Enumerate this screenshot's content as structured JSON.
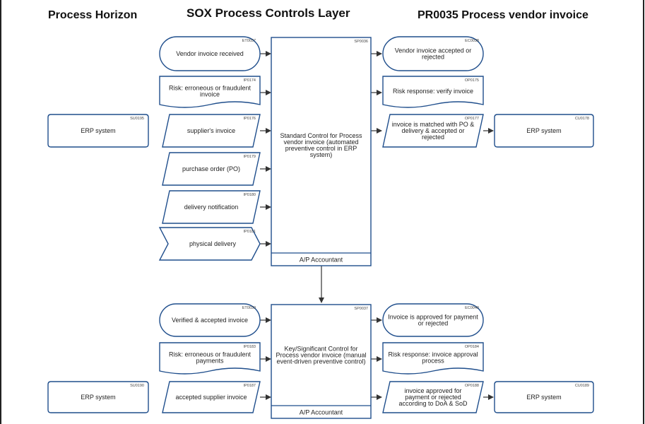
{
  "headers": {
    "left": "Process Horizon",
    "center": "SOX Process Controls Layer",
    "right": "PR0035 Process vendor invoice"
  },
  "colors": {
    "stroke": "#1f4e8c",
    "fill": "#ffffff",
    "text": "#222222",
    "arrow": "#333333"
  },
  "controls": [
    {
      "id": "SP0036",
      "text": [
        "Standard Control for Process",
        "vendor invoice (automated",
        "preventive control in ERP",
        "system)"
      ],
      "role": "A/P Accountant"
    },
    {
      "id": "SP0037",
      "text": [
        "Key/Significant Control for",
        "Process vendor invoice (manual",
        "event-driven preventive control)"
      ],
      "role": "A/P Accountant"
    }
  ],
  "nodes": [
    {
      "id": "ET0037",
      "shape": "event",
      "lines": [
        "Vendor invoice received"
      ]
    },
    {
      "id": "IP0174",
      "shape": "document",
      "lines": [
        "Risk: erroneous or fraudulent",
        "invoice"
      ]
    },
    {
      "id": "IP0176",
      "shape": "parallelogram",
      "lines": [
        "supplier's invoice"
      ]
    },
    {
      "id": "IP0179",
      "shape": "parallelogram",
      "lines": [
        "purchase order (PO)"
      ]
    },
    {
      "id": "IP0180",
      "shape": "parallelogram",
      "lines": [
        "delivery notification"
      ]
    },
    {
      "id": "IP0181",
      "shape": "chevron",
      "lines": [
        "physical delivery"
      ]
    },
    {
      "id": "SU0195",
      "shape": "rect",
      "lines": [
        "ERP system"
      ]
    },
    {
      "id": "EC0038",
      "shape": "event",
      "lines": [
        "Vendor invoice accepted or",
        "rejected"
      ]
    },
    {
      "id": "OP0175",
      "shape": "document",
      "lines": [
        "Risk response: verify invoice"
      ]
    },
    {
      "id": "OP0177",
      "shape": "parallelogram",
      "lines": [
        "invoice is matched with PO &",
        "delivery & accepted or",
        "rejected"
      ]
    },
    {
      "id": "CU0178",
      "shape": "rect",
      "lines": [
        "ERP system"
      ]
    },
    {
      "id": "ET0039",
      "shape": "event",
      "lines": [
        "Verified & accepted invoice"
      ]
    },
    {
      "id": "IP0183",
      "shape": "document",
      "lines": [
        "Risk: erroneous or fraudulent",
        "payments"
      ]
    },
    {
      "id": "IP0187",
      "shape": "parallelogram",
      "lines": [
        "accepted supplier invoice"
      ]
    },
    {
      "id": "SU0190",
      "shape": "rect",
      "lines": [
        "ERP system"
      ]
    },
    {
      "id": "EC0040",
      "shape": "event",
      "lines": [
        "Invoice is approved for payment",
        "or rejected"
      ]
    },
    {
      "id": "OP0184",
      "shape": "document",
      "lines": [
        "Risk response: invoice approval",
        "process"
      ]
    },
    {
      "id": "OP0188",
      "shape": "parallelogram",
      "lines": [
        "invoice approved for",
        "payment or rejected",
        "according to DoA & SoD"
      ]
    },
    {
      "id": "CU0189",
      "shape": "rect",
      "lines": [
        "ERP system"
      ]
    }
  ]
}
